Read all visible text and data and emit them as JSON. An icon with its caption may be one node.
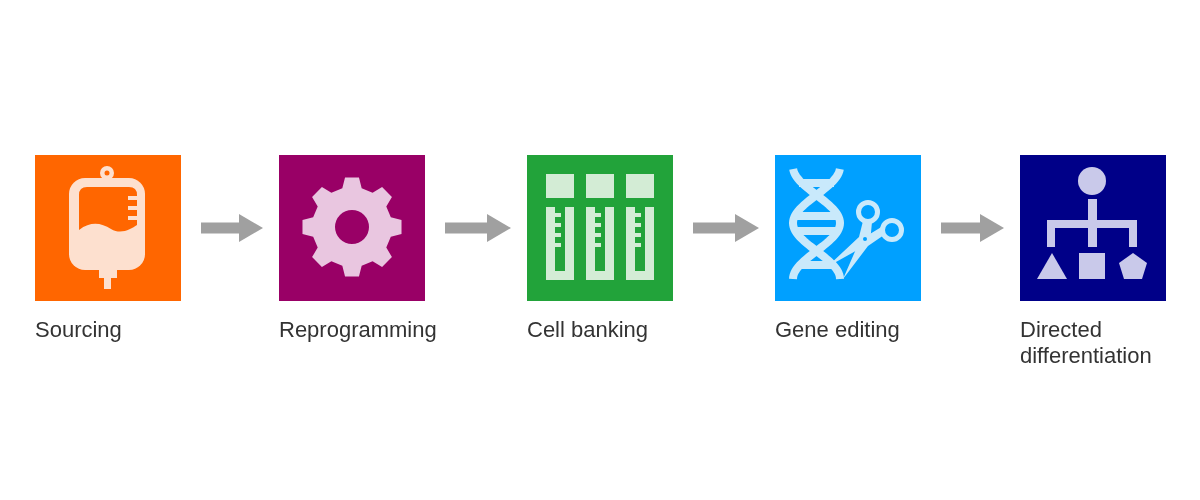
{
  "diagram": {
    "nodes": [
      {
        "text": [
          "Sourcing"
        ]
      },
      {
        "text": [
          "Reprogramming"
        ]
      },
      {
        "text": [
          "Cell banking"
        ]
      },
      {
        "text": [
          "Gene editing"
        ]
      },
      {
        "text": [
          "Directed differentiation"
        ]
      }
    ],
    "edges": [
      {
        "from": 0,
        "to": 1,
        "arrow": "to"
      },
      {
        "from": 1,
        "to": 2,
        "arrow": "to"
      },
      {
        "from": 2,
        "to": 3,
        "arrow": "to"
      },
      {
        "from": 3,
        "to": 4,
        "arrow": "to"
      }
    ]
  }
}
